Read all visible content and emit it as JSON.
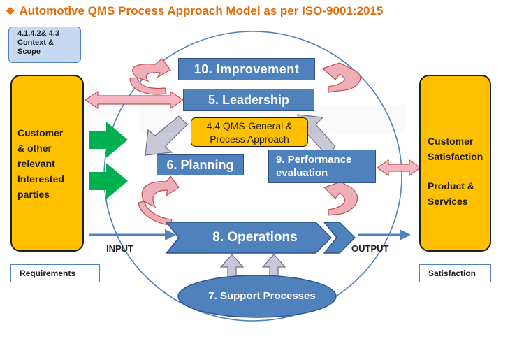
{
  "title": {
    "bullet": "❖",
    "text": "Automotive QMS Process Approach Model as per ISO-9001:2015"
  },
  "context_box": {
    "line1": "4.1,4.2& 4.3",
    "line2": "Context &",
    "line3": "Scope"
  },
  "left_box": {
    "line1": "Customer",
    "line2": "& other",
    "line3": "relevant",
    "line4": "Interested",
    "line5": "parties"
  },
  "right_box": {
    "line1": "Customer",
    "line2": "Satisfaction",
    "line3": "Product &",
    "line4": "Services"
  },
  "requirements_label": "Requirements",
  "satisfaction_label": "Satisfaction",
  "process": {
    "improvement": "10. Improvement",
    "leadership": "5. Leadership",
    "qms_general_line1": "4.4 QMS-General &",
    "qms_general_line2": "Process Approach",
    "planning": "6. Planning",
    "performance_line1": "9. Performance",
    "performance_line2": "evaluation",
    "operations": "8. Operations",
    "support": "7. Support Processes"
  },
  "flow": {
    "input": "INPUT",
    "output": "OUTPUT"
  },
  "colors": {
    "title": "#E36C0A",
    "box_fill": "#FFC000",
    "process_blue": "#4F81BD",
    "context_fill": "#C6D9F1",
    "pink_arrow": "#F4B6C2",
    "green_arrow": "#00B050",
    "gray_arrow": "#B7B7C9"
  },
  "icons": {
    "bullet": "diamond-bullet-icon",
    "double_arrow": "double-headed-arrow-icon",
    "curved_arrow": "curved-arrow-icon",
    "green_arrow": "green-input-arrow-icon"
  }
}
